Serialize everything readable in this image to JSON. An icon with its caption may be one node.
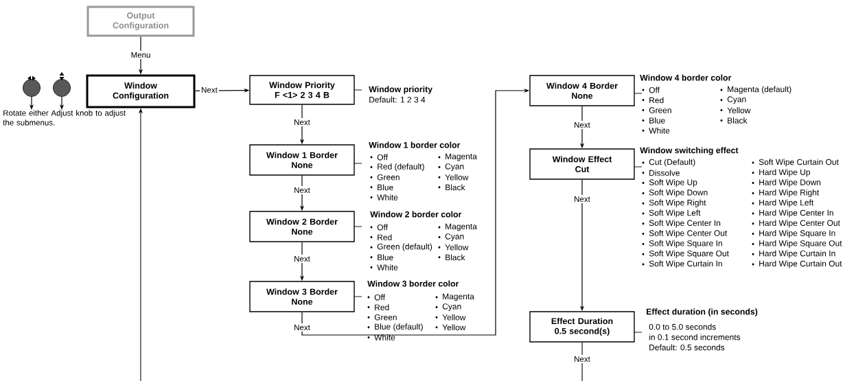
{
  "diagram": {
    "nodes": [
      {
        "text": [
          "Output Configuration"
        ]
      },
      {
        "text": [
          "Window Configuration"
        ]
      },
      {
        "text": [
          "Window Priority",
          "F <1> 2 3 4 B"
        ],
        "beside": [
          "Window priority",
          "Default: 1 2 3 4"
        ]
      },
      {
        "text": [
          "Window 1 Border",
          "None"
        ],
        "beside": [
          "Window 1 border color",
          "Off",
          "Red (default)",
          "Green",
          "Blue",
          "White",
          "Magenta",
          "Cyan",
          "Yellow",
          "Black"
        ]
      },
      {
        "text": [
          "Window 2 Border",
          "None"
        ],
        "beside": [
          "Window 2 border color",
          "Off",
          "Red",
          "Green (default)",
          "Blue",
          "White",
          "Magenta",
          "Cyan",
          "Yellow",
          "Black"
        ]
      },
      {
        "text": [
          "Window 3 Border",
          "None"
        ],
        "beside": [
          "Window 3 border color",
          "Off",
          "Red",
          "Green",
          "Blue (default)",
          "White",
          "Magenta",
          "Cyan",
          "Yellow",
          "Yellow"
        ]
      },
      {
        "text": [
          "Window 4 Border",
          "None"
        ],
        "beside": [
          "Window 4 border color",
          "Off",
          "Red",
          "Green",
          "Blue",
          "White",
          "Magenta (default)",
          "Cyan",
          "Yellow",
          "Black"
        ]
      },
      {
        "text": [
          "Window Effect",
          "Cut"
        ],
        "beside": [
          "Window switching effect",
          "Cut (Default)",
          "Dissolve",
          "Soft Wipe Up",
          "Soft Wipe Down",
          "Soft Wipe Right",
          "Soft Wipe Left",
          "Soft Wipe Center In",
          "Soft Wipe Center Out",
          "Soft Wipe Square In",
          "Soft Wipe Square Out",
          "Soft Wipe Curtain In",
          "Soft Wipe Curtain Out",
          "Hard Wipe Up",
          "Hard Wipe Down",
          "Hard Wipe Right",
          "Hard Wipe Left",
          "Hard Wipe Center In",
          "Hard Wipe Center Out",
          "Hard Wipe Square In",
          "Hard Wipe Square Out",
          "Hard Wipe Curtain In",
          "Hard Wipe Curtain Out"
        ]
      },
      {
        "text": [
          "Effect Duration",
          "0.5 second(s)"
        ],
        "beside": [
          "Effect duration (in seconds)",
          "0.0 to 5.0 seconds",
          "in 0.1 second increments",
          "Default: 0.5 seconds"
        ]
      },
      {
        "text": [],
        "shape": "circle"
      },
      {
        "text": [],
        "shape": "circle"
      },
      {
        "text": [
          "Rotate either Adjust knob to adjust the submenus."
        ]
      }
    ],
    "edges": [
      {
        "from": 0,
        "to": 1,
        "arrow": "to",
        "label": "Menu"
      },
      {
        "from": 1,
        "to": 2,
        "arrow": "to",
        "label": "Next"
      },
      {
        "from": 2,
        "to": 3,
        "arrow": "to",
        "label": "Next"
      },
      {
        "from": 3,
        "to": 4,
        "arrow": "to",
        "label": "Next"
      },
      {
        "from": 4,
        "to": 5,
        "arrow": "to",
        "label": "Next"
      },
      {
        "from": 5,
        "to": 6,
        "arrow": "to",
        "label": "Next"
      },
      {
        "from": 6,
        "to": 7,
        "arrow": "to",
        "label": "Next"
      },
      {
        "from": 7,
        "to": 8,
        "arrow": "to",
        "label": "Next"
      },
      {
        "from": 8,
        "to": null,
        "arrow": "none",
        "label": "Next"
      },
      {
        "from": null,
        "to": 1,
        "arrow": "to"
      },
      {
        "from": 9,
        "to": 11,
        "arrow": "to"
      },
      {
        "from": 10,
        "to": 11,
        "arrow": "to"
      }
    ]
  }
}
